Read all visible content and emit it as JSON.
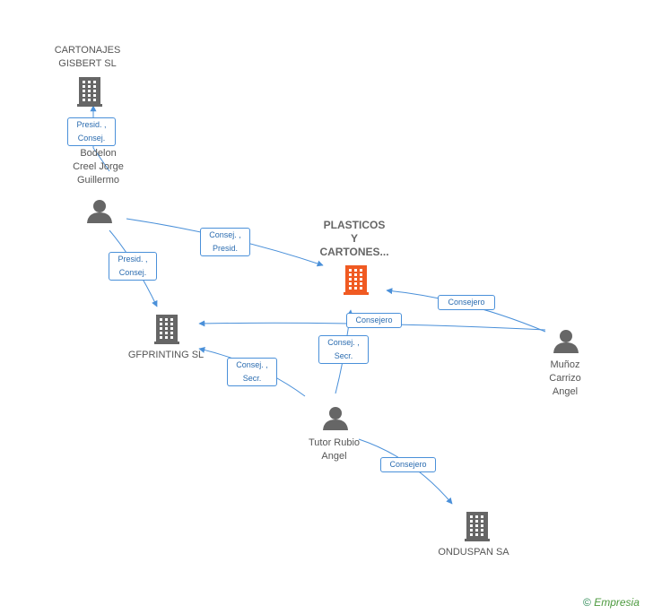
{
  "nodes": {
    "cartonajes": {
      "label": "CARTONAJES\nGISBERT SL",
      "icon": "building-icon",
      "color": "#666666"
    },
    "plasticos": {
      "label": "PLASTICOS\nY\nCARTONES...",
      "icon": "building-icon",
      "color": "#f05a22"
    },
    "gfprinting": {
      "label": "GFPRINTING SL",
      "icon": "building-icon",
      "color": "#666666"
    },
    "onduspan": {
      "label": "ONDUSPAN SA",
      "icon": "building-icon",
      "color": "#666666"
    },
    "bodelon": {
      "label": "Bodelon\nCreel Jorge\nGuillermo",
      "icon": "person-icon",
      "color": "#666666"
    },
    "munoz": {
      "label": "Muñoz\nCarrizo\nAngel",
      "icon": "person-icon",
      "color": "#666666"
    },
    "tutor": {
      "label": "Tutor Rubio\nAngel",
      "icon": "person-icon",
      "color": "#666666"
    }
  },
  "edges": [
    {
      "from": "bodelon",
      "to": "cartonajes",
      "label": "Presid. ,\nConsej."
    },
    {
      "from": "bodelon",
      "to": "plasticos",
      "label": "Consej. ,\nPresid."
    },
    {
      "from": "bodelon",
      "to": "gfprinting",
      "label": "Presid. ,\nConsej."
    },
    {
      "from": "munoz",
      "to": "plasticos",
      "label": "Consejero"
    },
    {
      "from": "munoz",
      "to": "gfprinting",
      "label": "Consejero"
    },
    {
      "from": "tutor",
      "to": "plasticos",
      "label": "Consej. ,\nSecr."
    },
    {
      "from": "tutor",
      "to": "gfprinting",
      "label": "Consej. ,\nSecr."
    },
    {
      "from": "tutor",
      "to": "onduspan",
      "label": "Consejero"
    }
  ],
  "footer": {
    "copyright": "©",
    "brand": "Empresia"
  },
  "colors": {
    "edge": "#4a90d9",
    "node": "#666666",
    "highlight": "#f05a22"
  }
}
